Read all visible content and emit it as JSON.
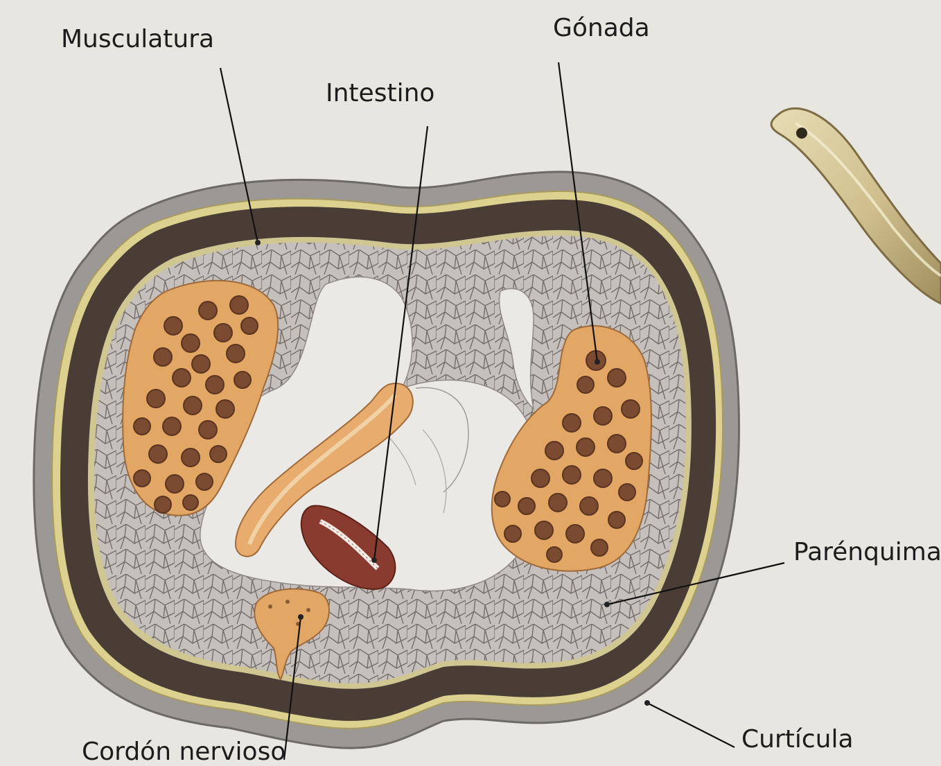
{
  "labels": {
    "musculatura": "Musculatura",
    "gonada": "Gónada",
    "intestino": "Intestino",
    "parenquima": "Parénquima",
    "curticula": "Curtícula",
    "cordon_nervioso": "Cordón nervioso"
  },
  "colors": {
    "background": "#e7e6e1",
    "cuticle": "#9b9895",
    "muscle": "#4a3d36",
    "yellow_layer": "#d8cc8a",
    "parenchyma": "#c8c2bf",
    "gonad": "#e2a765",
    "gonad_cell": "#7a4a31",
    "intestine_wall": "#8a3b2f",
    "worm_body": "#cdbd8c"
  }
}
